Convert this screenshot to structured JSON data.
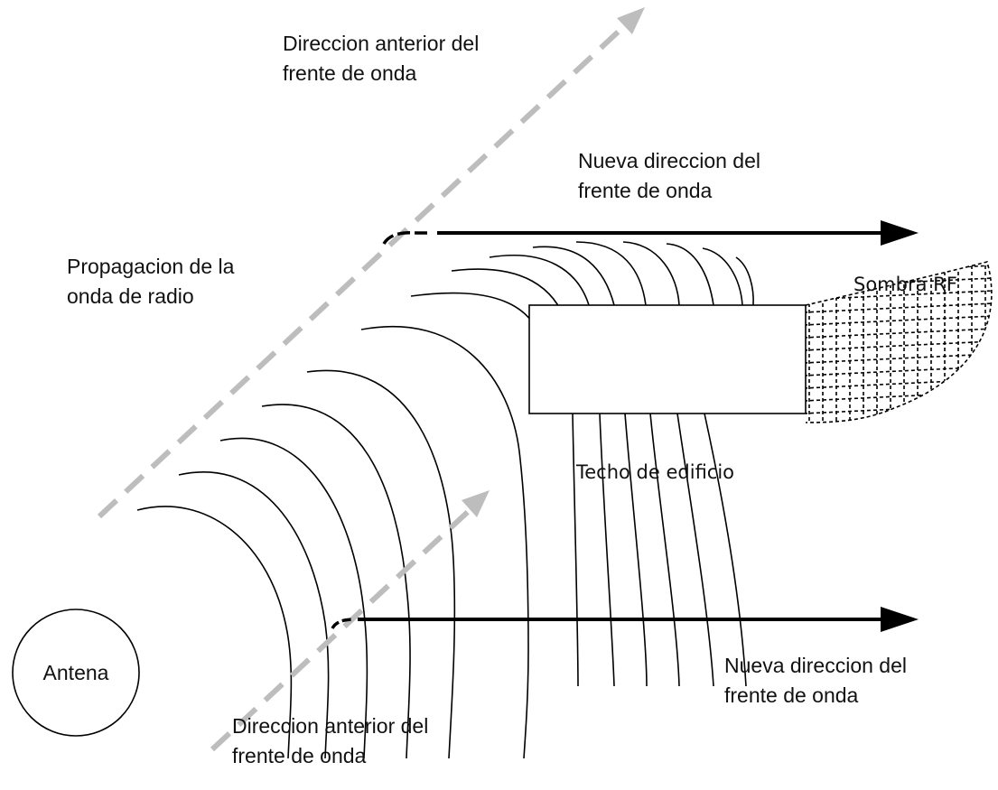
{
  "labels": {
    "antenna": "Antena",
    "propagation_line1": "Propagacion de la",
    "propagation_line2": "onda de radio",
    "old_direction_top_line1": "Direccion anterior del",
    "old_direction_top_line2": "frente de onda",
    "new_direction_top_line1": "Nueva direccion del",
    "new_direction_top_line2": "frente de onda",
    "new_direction_bottom_line1": "Nueva direccion del",
    "new_direction_bottom_line2": "frente de onda",
    "old_direction_bottom_line1": "Direccion anterior del",
    "old_direction_bottom_line2": "frente de onda",
    "building": "Techo de edificio",
    "shadow": "Sombra RF"
  },
  "colors": {
    "old_direction_arrow": "#bdbdbd",
    "new_direction_arrow": "#000000",
    "wavefront": "#000000"
  }
}
